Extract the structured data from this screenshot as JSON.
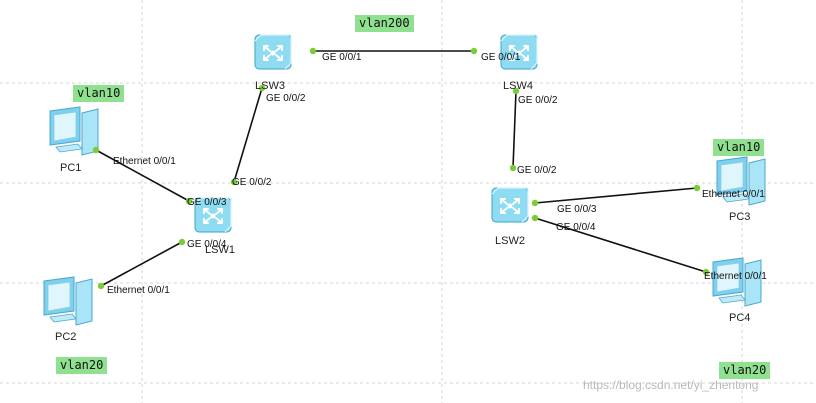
{
  "diagram": {
    "colors": {
      "vlan_tag_bg": "#8fe08f",
      "link": "#111111",
      "port_dot": "#7ccc3a",
      "grid": "#d4d4d4",
      "switch_body": "#8fdcf2",
      "switch_outline": "#3aa6c8",
      "pc_body": "#a9e4f7",
      "pc_outline": "#4aa8cc"
    },
    "vlan_tags": [
      {
        "id": "vlan200-top",
        "text": "vlan200"
      },
      {
        "id": "vlan10-left",
        "text": "vlan10"
      },
      {
        "id": "vlan20-left",
        "text": "vlan20"
      },
      {
        "id": "vlan10-right",
        "text": "vlan10"
      },
      {
        "id": "vlan20-right",
        "text": "vlan20"
      }
    ],
    "devices": [
      {
        "id": "LSW1",
        "type": "switch",
        "label": "LSW1"
      },
      {
        "id": "LSW2",
        "type": "switch",
        "label": "LSW2"
      },
      {
        "id": "LSW3",
        "type": "switch",
        "label": "LSW3"
      },
      {
        "id": "LSW4",
        "type": "switch",
        "label": "LSW4"
      },
      {
        "id": "PC1",
        "type": "pc",
        "label": "PC1"
      },
      {
        "id": "PC2",
        "type": "pc",
        "label": "PC2"
      },
      {
        "id": "PC3",
        "type": "pc",
        "label": "PC3"
      },
      {
        "id": "PC4",
        "type": "pc",
        "label": "PC4"
      }
    ],
    "links": [
      {
        "id": "lsw3-lsw4",
        "a": "LSW3",
        "a_port": "GE 0/0/1",
        "b": "LSW4",
        "b_port": "GE 0/0/1"
      },
      {
        "id": "lsw3-lsw1",
        "a": "LSW3",
        "a_port": "GE 0/0/2",
        "b": "LSW1",
        "b_port": "GE 0/0/2"
      },
      {
        "id": "lsw4-lsw2",
        "a": "LSW4",
        "a_port": "GE 0/0/2",
        "b": "LSW2",
        "b_port": "GE 0/0/2"
      },
      {
        "id": "pc1-lsw1",
        "a": "PC1",
        "a_port": "Ethernet 0/0/1",
        "b": "LSW1",
        "b_port": "GE 0/0/3"
      },
      {
        "id": "pc2-lsw1",
        "a": "PC2",
        "a_port": "Ethernet 0/0/1",
        "b": "LSW1",
        "b_port": "GE 0/0/4"
      },
      {
        "id": "lsw2-pc3",
        "a": "LSW2",
        "a_port": "GE 0/0/3",
        "b": "PC3",
        "b_port": "Ethernet 0/0/1"
      },
      {
        "id": "lsw2-pc4",
        "a": "LSW2",
        "a_port": "GE 0/0/4",
        "b": "PC4",
        "b_port": "Ethernet 0/0/1"
      }
    ],
    "watermark": "https://blog.csdn.net/yi_zhentong"
  }
}
